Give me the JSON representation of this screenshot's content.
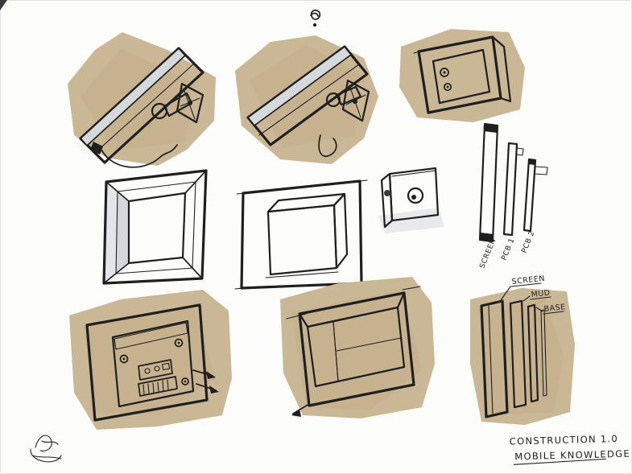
{
  "captions": {
    "line1": "CONSTRUCTION 1.0",
    "line2": "MOBILE KNOWLEDGE"
  },
  "exploded_view": {
    "labels": [
      "SCREEN",
      "PCB 1",
      "PCB 2"
    ]
  },
  "layer_stack": {
    "labels": [
      "SCREEN",
      "MUD",
      "BASE"
    ]
  },
  "colors": {
    "ink": "#1f1f1f",
    "marker_tan": "#c9b795",
    "marker_gray": "#b9bec5",
    "screen_pink": "#f2ccd0",
    "pcb_green": "#8cc152",
    "paper": "#fcfcfb"
  }
}
